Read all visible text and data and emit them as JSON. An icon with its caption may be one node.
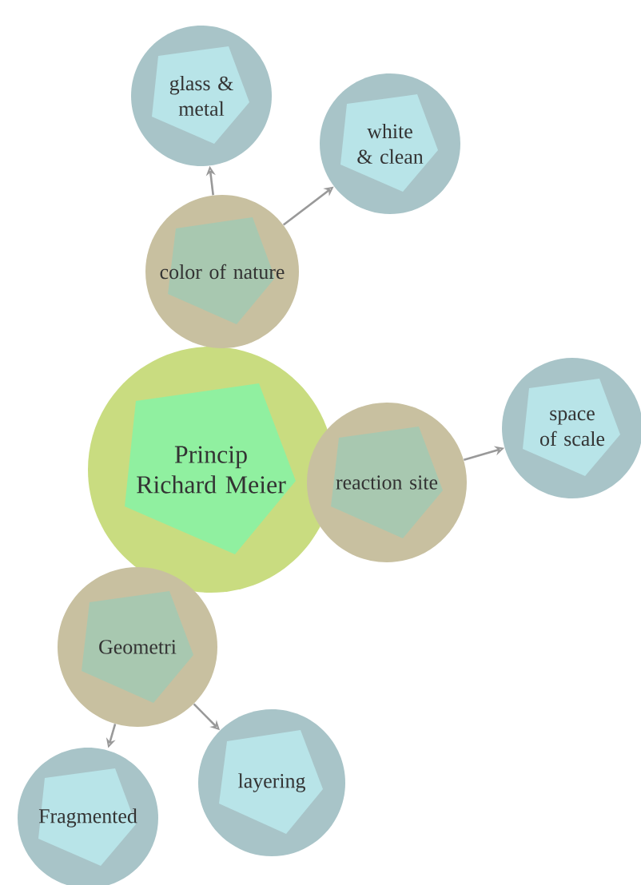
{
  "diagram": {
    "nodes": [
      {
        "text": [
          "Princip Richard Meier"
        ]
      },
      {
        "text": [
          "color of nature"
        ]
      },
      {
        "text": [
          "glass & metal"
        ]
      },
      {
        "text": [
          "white & clean"
        ]
      },
      {
        "text": [
          "reaction site"
        ]
      },
      {
        "text": [
          "space of scale"
        ]
      },
      {
        "text": [
          "Geometri"
        ]
      },
      {
        "text": [
          "Fragmented"
        ]
      },
      {
        "text": [
          "layering"
        ]
      }
    ],
    "edges": [
      {
        "from": 1,
        "to": 2,
        "arrow": "to"
      },
      {
        "from": 1,
        "to": 3,
        "arrow": "to"
      },
      {
        "from": 4,
        "to": 5,
        "arrow": "to"
      },
      {
        "from": 6,
        "to": 7,
        "arrow": "to"
      },
      {
        "from": 6,
        "to": 8,
        "arrow": "to"
      }
    ]
  }
}
